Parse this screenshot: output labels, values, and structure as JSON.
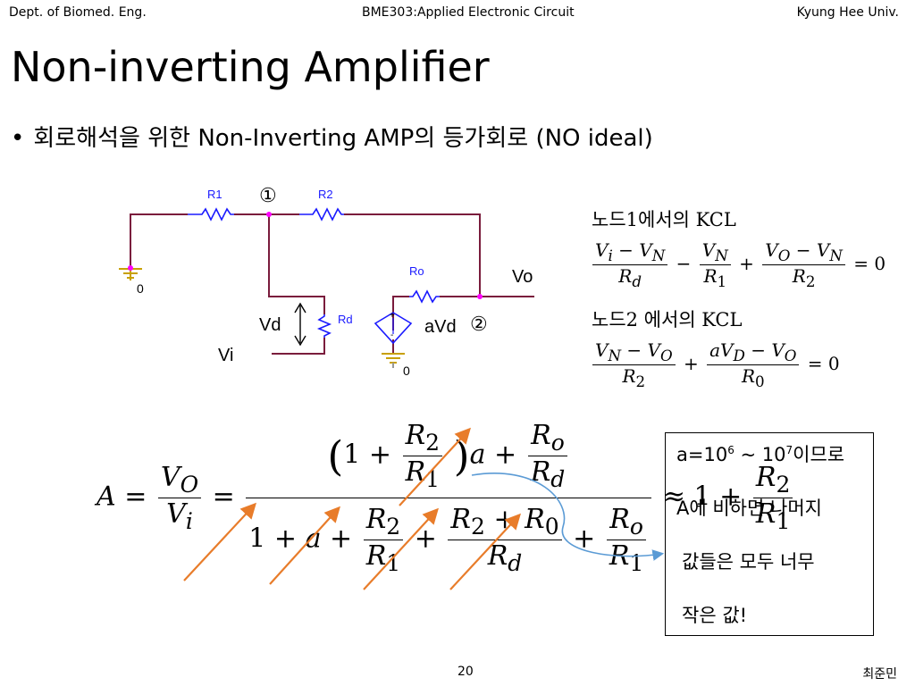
{
  "header": {
    "left": "Dept. of Biomed. Eng.",
    "center": "BME303:Applied Electronic Circuit",
    "right": "Kyung Hee Univ."
  },
  "slide": {
    "title": "Non-inverting Amplifier",
    "bullet": "회로해석을 위한 Non-Inverting AMP의 등가회로 (NO ideal)"
  },
  "circuit": {
    "r1": "R1",
    "r2": "R2",
    "ro": "Ro",
    "rd": "Rd",
    "node1": "①",
    "node2": "②",
    "vo": "Vo",
    "vd": "Vd",
    "vi": "Vi",
    "avd": "aVd",
    "ground": "0",
    "plus": "+",
    "minus": "-"
  },
  "equations": {
    "kcl1_label": "노드1에서의  KCL",
    "kcl2_label": "노드2 에서의 KCL",
    "zero": "= 0"
  },
  "note": {
    "line1_a": "a=10",
    "line1_exp1": "6",
    "line1_b": " ~ 10",
    "line1_exp2": "7",
    "line1_c": "이므로",
    "line2": "A에 비하면 나머지",
    "line3": "값들은 모두 너무",
    "line4": "작은 값!"
  },
  "footer": {
    "page": "20",
    "author": "최준민"
  },
  "colors": {
    "wire": "#7a1c3c",
    "resistor": "#1a1aff",
    "node_dot": "#ff00ff",
    "ground": "#c8a000",
    "arrow": "#e87c2a",
    "callout": "#5b9bd5"
  }
}
